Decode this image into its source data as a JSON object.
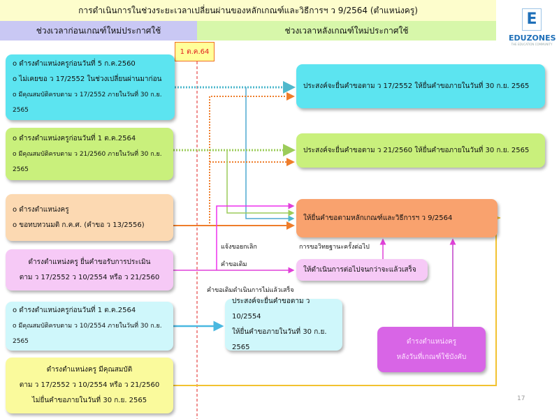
{
  "title": "การดำเนินการในช่วงระยะเวลาเปลี่ยนผ่านของหลักเกณฑ์และวิธีการฯ ว 9/2564 (ตำแหน่งครู)",
  "header_left": "ช่วงเวลาก่อนเกณฑ์ใหม่ประกาศใช้",
  "header_right": "ช่วงเวลาหลังเกณฑ์ใหม่ประกาศใช้",
  "logo": {
    "letter": "E",
    "name": "EDUZONES",
    "tagline": "THE EDUCATION COMMUNITY"
  },
  "cutoff_date": "1 ต.ค.64",
  "left_boxes": [
    {
      "lines": [
        "o ดำรงตำแหน่งครูก่อนวันที่ 5 ก.ค.2560",
        "o ไม่เคยขอ ว 17/2552 ในช่วงเปลี่ยนผ่านมาก่อน",
        "o มีคุณสมบัติครบตาม ว 17/2552 ภายในวันที่ 30 ก.ย. 2565"
      ]
    },
    {
      "lines": [
        "o ดำรงตำแหน่งครูก่อนวันที่ 1 ต.ค.2564",
        "o มีคุณสมบัติครบตาม ว 21/2560 ภายในวันที่ 30 ก.ย. 2565"
      ]
    },
    {
      "lines": [
        "o ดำรงตำแหน่งครู",
        "o ขอทบทวนมติ ก.ค.ศ. (คำขอ ว 13/2556)"
      ]
    },
    {
      "lines": [
        "ดำรงตำแหน่งครู ยื่นคำขอรับการประเมิน",
        "ตาม ว 17/2552 ว 10/2554 หรือ ว 21/2560"
      ]
    },
    {
      "lines": [
        "o ดำรงตำแหน่งครูก่อนวันที่ 1 ต.ค.2564",
        "o มีคุณสมบัติครบตาม ว 10/2554 ภายในวันที่ 30 ก.ย. 2565"
      ]
    },
    {
      "lines": [
        "ดำรงตำแหน่งครู มีคุณสมบัติ",
        "ตาม ว 17/2552 ว 10/2554 หรือ ว 21/2560",
        "ไม่ยื่นคำขอภายในวันที่ 30 ก.ย. 2565"
      ]
    }
  ],
  "right_boxes": {
    "r1": "ประสงค์จะยื่นคำขอตาม ว 17/2552 ให้ยื่นคำขอภายในวันที่ 30 ก.ย. 2565",
    "r2": "ประสงค์จะยื่นคำขอตาม ว 21/2560 ให้ยื่นคำขอภายในวันที่ 30 ก.ย. 2565",
    "r3": "ให้ยื่นคำขอตามหลักเกณฑ์และวิธีการฯ ว 9/2564",
    "r4": "ให้ดำเนินการต่อไปจนกว่าจะแล้วเสร็จ",
    "r5": [
      "ประสงค์จะยื่นคำขอตาม ว 10/2554",
      "ให้ยื่นคำขอภายในวันที่ 30 ก.ย. 2565"
    ],
    "purple": [
      "ดำรงตำแหน่งครู",
      "หลังวันที่เกณฑ์ใช้บังคับ"
    ]
  },
  "labels": {
    "cancel": "แจ้งขอยกเลิก",
    "original": "คำขอเดิม",
    "next": "การขอวิทยฐานะครั้งต่อไป",
    "unfinished": "คำขอเดิมดำเนินการไม่แล้วเสร็จ"
  },
  "page_number": "17",
  "colors": {
    "cyan": "#4fd9ea",
    "green": "#9ccc5a",
    "orange": "#ee7d2b",
    "magenta": "#e040d8",
    "yellow": "#f2c230",
    "blue": "#4aa8d8"
  }
}
